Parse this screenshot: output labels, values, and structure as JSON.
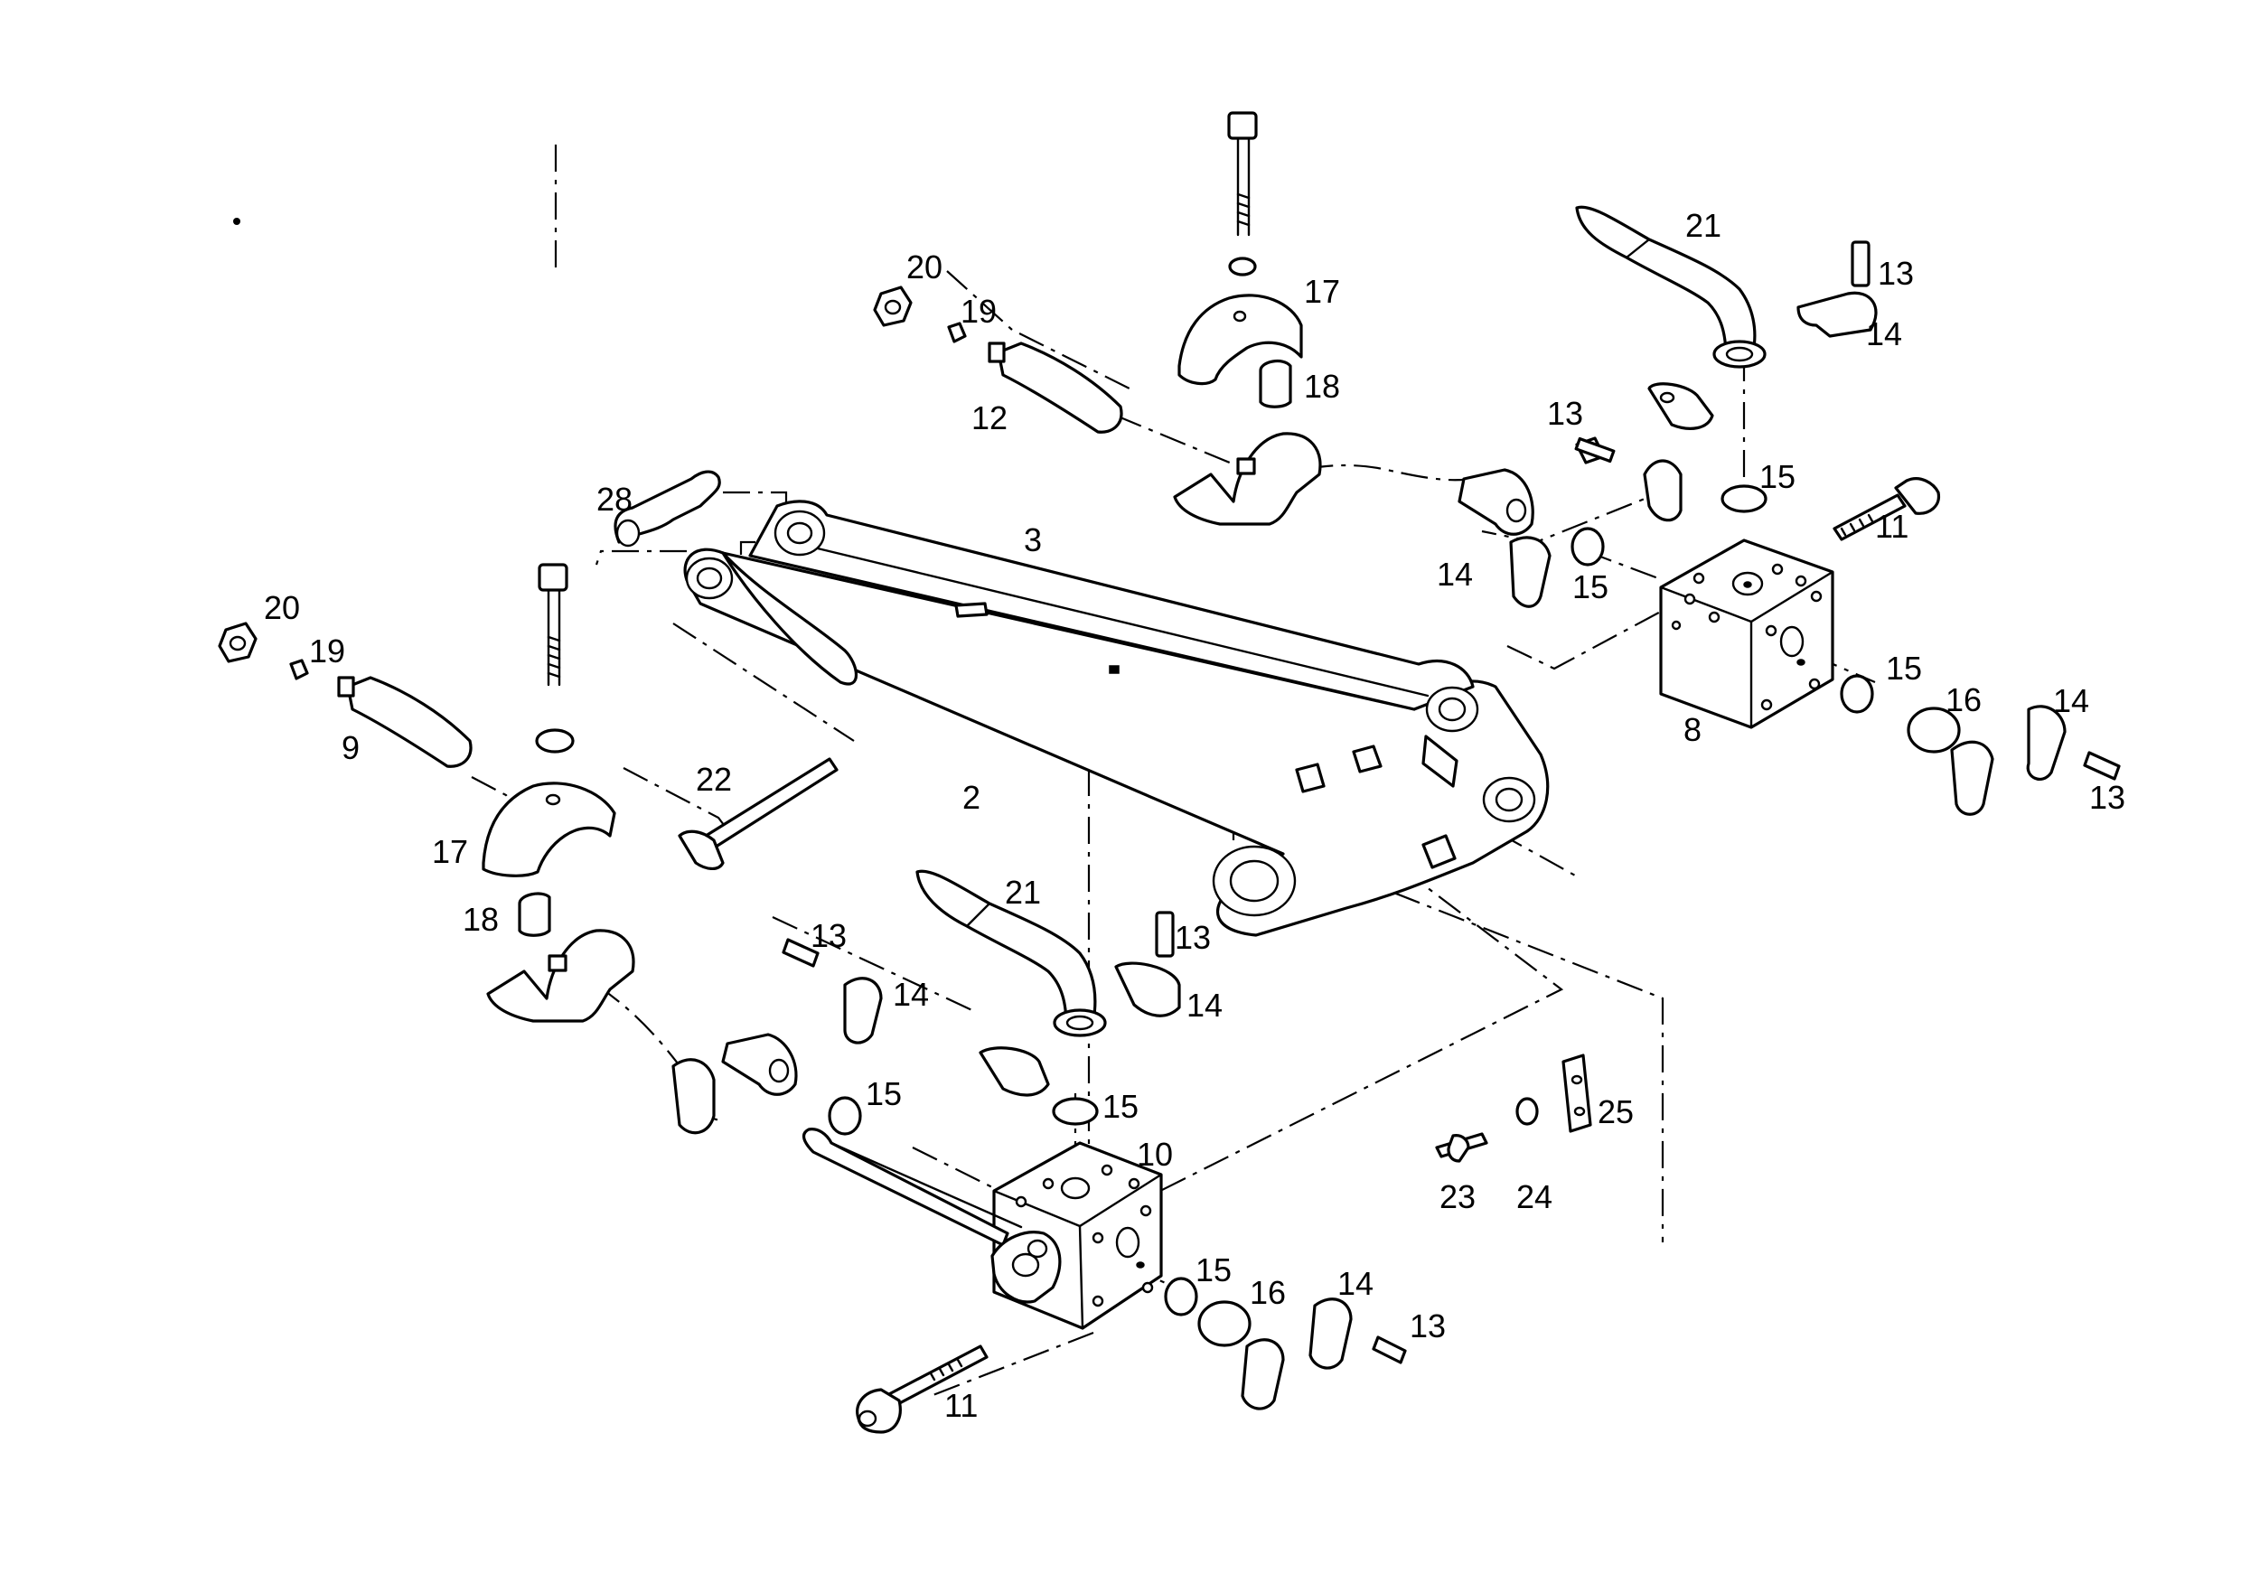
{
  "diagram": {
    "colors": {
      "line": "#000000",
      "background": "#ffffff"
    },
    "callouts": {
      "c2": "2",
      "c3": "3",
      "c8": "8",
      "c9": "9",
      "c10": "10",
      "c11_right": "11",
      "c11_bottom": "11",
      "c12": "12",
      "c13_top_right": "13",
      "c13_mid": "13",
      "c13_far_right": "13",
      "c13_left_lower": "13",
      "c13_center_lower": "13",
      "c13_bottom": "13",
      "c14_top_right": "14",
      "c14_mid": "14",
      "c14_far_right": "14",
      "c14_left_lower": "14",
      "c14_center_lower": "14",
      "c14_bottom": "14",
      "c15_upper_block_top": "15",
      "c15_upper_block_left": "15",
      "c15_upper_block_right": "15",
      "c15_lower_block_left": "15",
      "c15_lower_block_top": "15",
      "c15_lower_block_right": "15",
      "c16_right": "16",
      "c16_bottom": "16",
      "c17_top": "17",
      "c17_left": "17",
      "c18_top": "18",
      "c18_left": "18",
      "c19_top": "19",
      "c19_left": "19",
      "c20_top": "20",
      "c20_left": "20",
      "c21_top": "21",
      "c21_center": "21",
      "c22": "22",
      "c23": "23",
      "c24": "24",
      "c25": "25",
      "c28": "28"
    }
  }
}
